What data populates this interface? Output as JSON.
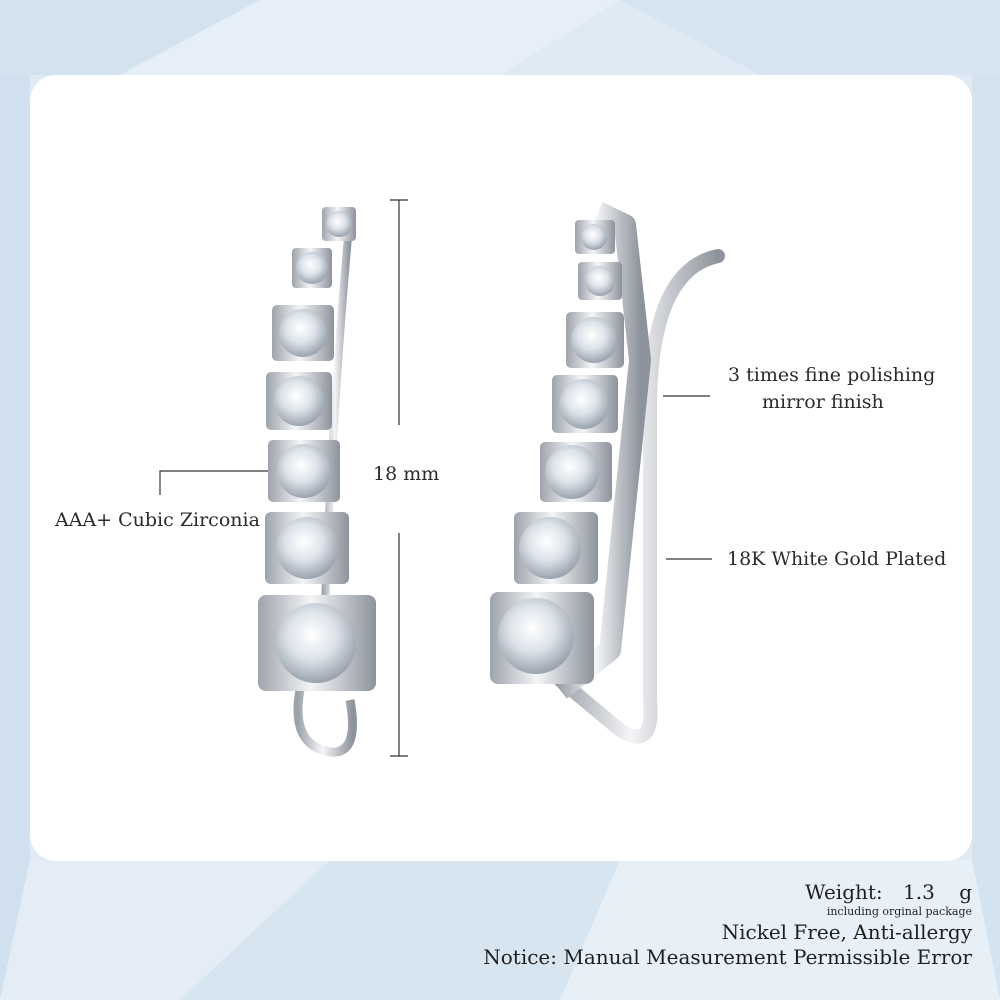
{
  "annotations": {
    "dimension": "18 mm",
    "stone": "AAA+ Cubic Zirconia",
    "polish_line1": "3 times fine polishing",
    "polish_line2": "mirror finish",
    "plating": "18K White Gold Plated"
  },
  "specs": {
    "weight_label": "Weight:",
    "weight_value": "1.3",
    "weight_unit": "g",
    "weight_note": "including orginal package",
    "feature": "Nickel Free, Anti-allergy",
    "notice": "Notice: Manual Measurement Permissible Error"
  },
  "colors": {
    "background": "#dfeaf4",
    "card": "#ffffff",
    "metal": "#c9ccd2",
    "line": "#333333"
  }
}
